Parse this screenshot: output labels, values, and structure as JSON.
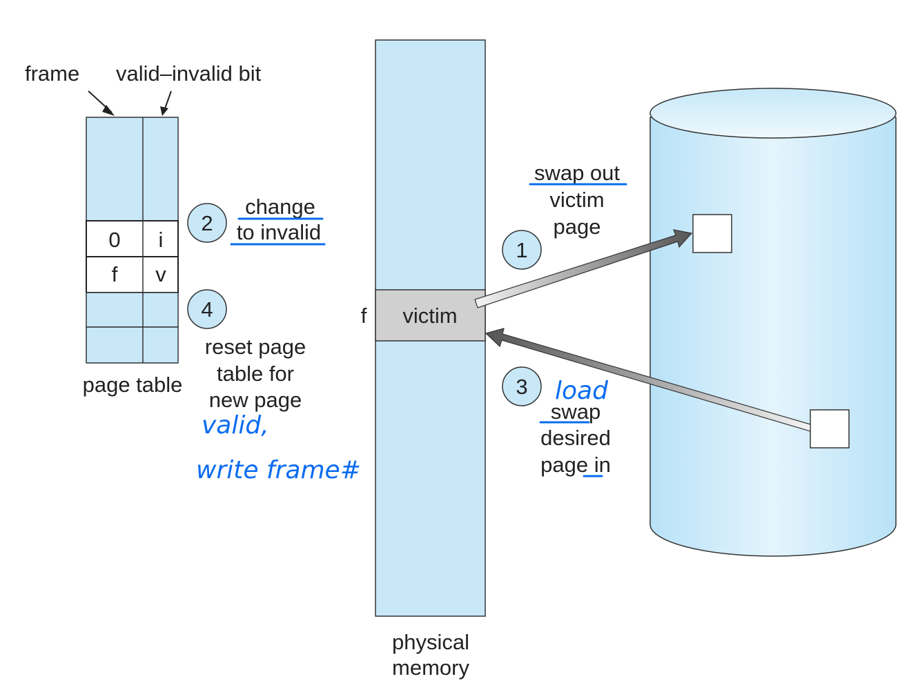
{
  "colors": {
    "memory_fill": "#c8e8f8",
    "victim_fill": "#d0d0d0",
    "outline": "#333333",
    "annotation_blue": "#0a6cf0",
    "arrow_dark": "#555555",
    "arrow_light": "#f2f2f2"
  },
  "page_table": {
    "header_frame": "frame",
    "header_valid_bit": "valid–invalid bit",
    "caption": "page table",
    "rows": [
      {
        "frame": "",
        "bit": "",
        "highlighted": false
      },
      {
        "frame": "0",
        "bit": "i",
        "highlighted": true
      },
      {
        "frame": "f",
        "bit": "v",
        "highlighted": true
      },
      {
        "frame": "",
        "bit": "",
        "highlighted": false
      },
      {
        "frame": "",
        "bit": "",
        "highlighted": false
      }
    ]
  },
  "physical_memory": {
    "caption_line1": "physical",
    "caption_line2": "memory",
    "victim_label": "victim",
    "frame_label": "f"
  },
  "steps": [
    {
      "number": "1",
      "lines": [
        "swap out",
        "victim",
        "page"
      ]
    },
    {
      "number": "2",
      "lines": [
        "change",
        "to invalid"
      ]
    },
    {
      "number": "3",
      "lines": [
        "swap",
        "desired",
        "page in"
      ]
    },
    {
      "number": "4",
      "lines": [
        "reset page",
        "table for",
        "new page"
      ]
    }
  ],
  "annotations": {
    "step3_note": "load",
    "step4_note_line1": "valid,",
    "step4_note_line2": "write frame#"
  }
}
